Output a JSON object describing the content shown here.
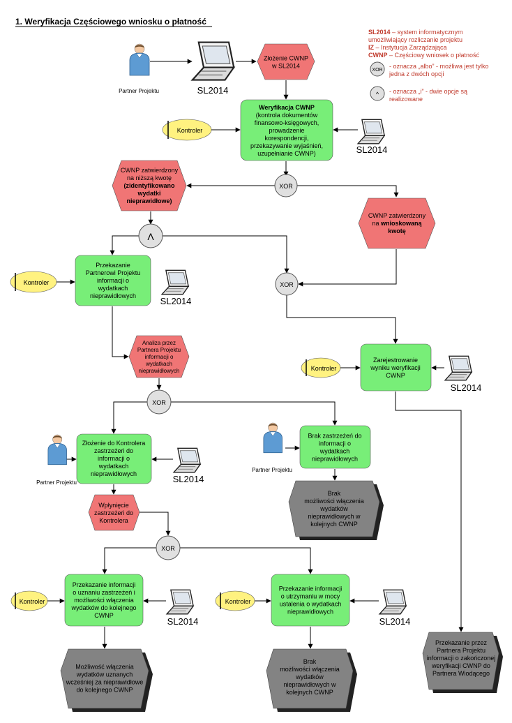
{
  "title": "1. Weryfikacja Częściowego wniosku o płatność",
  "legend": {
    "line1": [
      {
        "b": "SL2014"
      },
      {
        "t": " – system informatycznym"
      }
    ],
    "line2": "umożliwiający rozliczanie projektu",
    "line3": [
      {
        "b": "IZ"
      },
      {
        "t": " – Instytucja Zarządzająca"
      }
    ],
    "line4": [
      {
        "b": "CWNP"
      },
      {
        "t": " – Częściowy wniosek o płatność"
      }
    ],
    "xor_label": "XOR",
    "xor_desc1": "- oznacza „albo” - możliwa jest tylko",
    "xor_desc2": "jedna z dwóch opcji",
    "and_label": "^",
    "and_desc1": "- oznacza „i” - dwie opcje są",
    "and_desc2": "realizowane"
  },
  "nodes": {
    "partner1": "Partner Projektu",
    "sl_1": "SL2014",
    "zlozenie": [
      "Złożenie CWNP",
      "w SL2014"
    ],
    "weryfikacja": [
      [
        {
          "b": "Weryfikacja CWNP"
        }
      ],
      [
        {
          "t": "(kontrola dokumentów"
        }
      ],
      [
        {
          "t": "finansowo-księgowych,"
        }
      ],
      [
        {
          "t": "prowadzenie"
        }
      ],
      [
        {
          "t": "korespondencji,"
        }
      ],
      [
        {
          "t": "przekazywanie wyjaśnień,"
        }
      ],
      [
        {
          "t": "uzupełnianie CWNP)"
        }
      ]
    ],
    "kontroler_1": "Kontroler",
    "sl_2": "SL2014",
    "xor_1": "XOR",
    "nizsza": [
      [
        {
          "t": "CWNP zatwierdzony"
        }
      ],
      [
        {
          "t": "na niższą kwotę"
        }
      ],
      [
        {
          "b": "(zidentyfikowano"
        }
      ],
      [
        {
          "b": "wydatki"
        }
      ],
      [
        {
          "b": "nieprawidłowe)"
        }
      ]
    ],
    "wnioskowana": [
      [
        {
          "t": "CWNP zatwierdzony"
        }
      ],
      [
        {
          "t": "na "
        },
        {
          "b": "wnioskowaną"
        }
      ],
      [
        {
          "b": "kwotę"
        }
      ]
    ],
    "and_1": "Λ",
    "xor_2": "XOR",
    "kontroler_2": "Kontroler",
    "przekazanie_info": [
      "Przekazanie",
      "Partnerowi Projektu",
      "informacji o",
      "wydatkach",
      "nieprawidłowych"
    ],
    "sl_3": "SL2014",
    "zarejestrowanie": [
      "Zarejestrowanie",
      "wyniku weryfikacji",
      "CWNP"
    ],
    "kontroler_3": "Kontroler",
    "sl_4": "SL2014",
    "analiza": [
      "Analiza przez",
      "Partnera Projektu",
      "informacji o",
      "wydatkach",
      "nieprawidłowych"
    ],
    "xor_3": "XOR",
    "partner2": "Partner Projektu",
    "zlozenie_zastrzezen": [
      "Złożenie do Kontrolera",
      "zastrzeżeń do",
      "informacji o",
      "wydatkach",
      "nieprawidłowych"
    ],
    "sl_5": "SL2014",
    "partner3": "Partner Projektu",
    "brak_zastrzezen": [
      "Brak zastrzeżeń do",
      "informacji o",
      "wydatkach",
      "nieprawidłowych"
    ],
    "brak_mozliwosci_1": [
      "Brak",
      "możliwości włączenia",
      "wydatków",
      "nieprawidłowych w",
      "kolejnych CWNP"
    ],
    "wplyniecie": [
      "Wpłynięcie",
      "zastrzeżeń do",
      "Kontrolera"
    ],
    "xor_4": "XOR",
    "kontroler_4": "Kontroler",
    "uznanie": [
      "Przekazanie informacji",
      "o uznaniu zastrzeżeń i",
      "możliwości włączenia",
      "wydatków do kolejnego",
      "CWNP"
    ],
    "sl_6": "SL2014",
    "kontroler_5": "Kontroler",
    "utrzymanie": [
      "Przekazanie informacji",
      "o utrzymaniu w mocy",
      "ustalenia o wydatkach",
      "nieprawidłowych"
    ],
    "sl_7": "SL2014",
    "mozliwosc": [
      "Możliwość włączenia",
      "wydatków uznanych",
      "wcześniej za nieprawidłowe",
      "do kolejnego CWNP"
    ],
    "brak_mozliwosci_2": [
      "Brak",
      "możliwości włączenia",
      "wydatków",
      "nieprawidłowych w",
      "kolejnych CWNP"
    ],
    "przekazanie_partner": [
      "Przekazanie przez",
      "Partnera Projektu",
      "informacji o zakończonej",
      "weryfikacji CWNP do",
      "Partnera Wiodącego"
    ]
  },
  "colors": {
    "process": "#78ee78",
    "event": "#f07575",
    "role": "#fff280",
    "end": "#838383",
    "connector": "#e0e0e0",
    "legend_text": "#c0392b"
  }
}
